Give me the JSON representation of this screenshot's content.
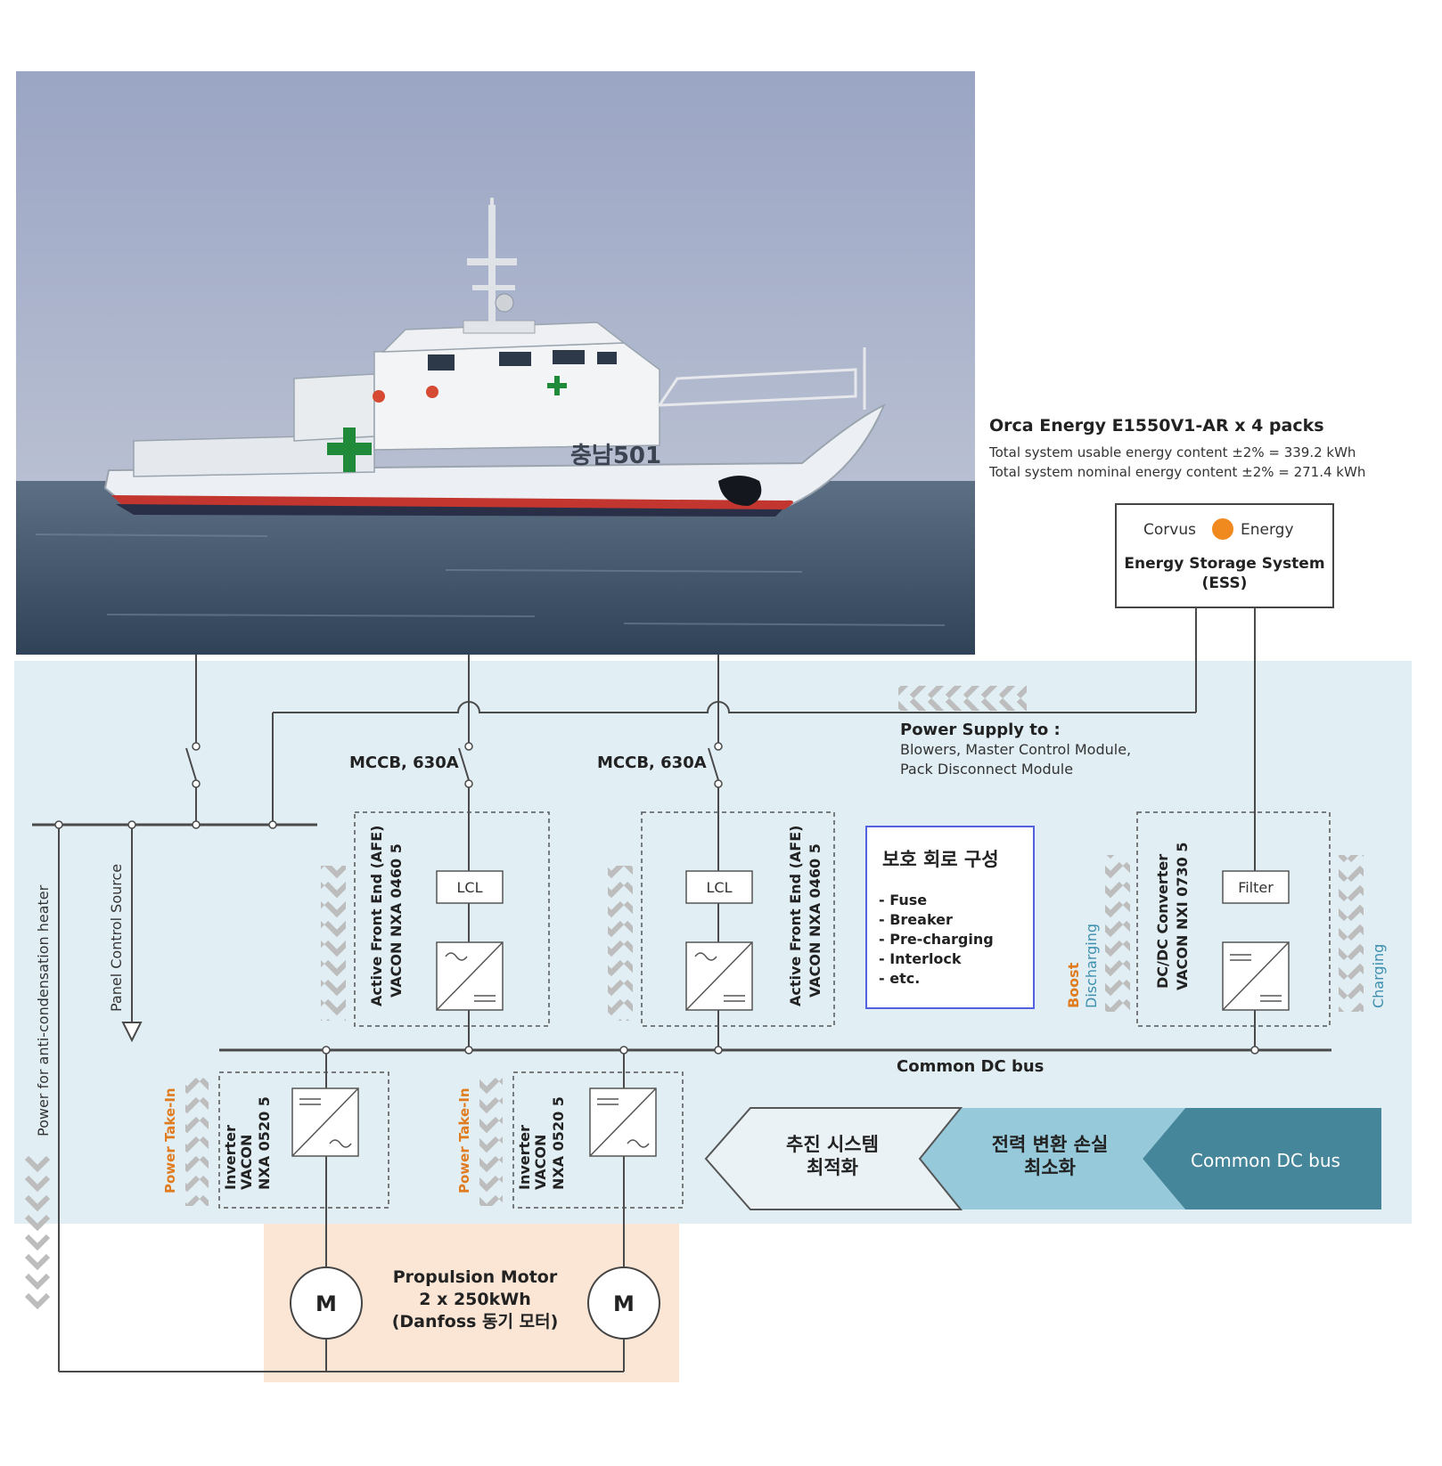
{
  "photo": {
    "hull_number": "충남501"
  },
  "ess": {
    "title": "Orca Energy E1550V1-AR x 4 packs",
    "line1": "Total system usable energy content ±2% = 339.2 kWh",
    "line2": "Total system nominal energy content ±2% = 271.4 kWh",
    "brand_left": "Corvus",
    "brand_right": "Energy",
    "box_line1": "Energy Storage System",
    "box_line2": "(ESS)"
  },
  "power_supply": {
    "title": "Power Supply to :",
    "line1": "Blowers, Master Control Module,",
    "line2": "Pack Disconnect Module"
  },
  "mccb_left": "MCCB, 630A",
  "mccb_right": "MCCB, 630A",
  "afe_left": {
    "line1": "Active Front End (AFE)",
    "line2": "VACON NXA 0460 5",
    "lcl": "LCL"
  },
  "afe_right": {
    "line1": "Active Front End (AFE)",
    "line2": "VACON NXA 0460 5",
    "lcl": "LCL"
  },
  "protection": {
    "title": "보호 회로 구성",
    "items": [
      "- Fuse",
      "- Breaker",
      "- Pre-charging",
      "- Interlock",
      "- etc."
    ]
  },
  "dcdc": {
    "line1": "DC/DC Converter",
    "line2": "VACON NXI 0730 5",
    "filter": "Filter"
  },
  "boost_label": "Boost",
  "discharging_label": "Discharging",
  "charging_label": "Charging",
  "panel_control": "Panel Control Source",
  "anti_condensation": "Power for anti-condensation heater",
  "common_dc_bus_label": "Common DC bus",
  "inverter_left": {
    "line1": "Inverter",
    "line2": "VACON",
    "line3": "NXA 0520 5",
    "pti": "Power Take-In"
  },
  "inverter_right": {
    "line1": "Inverter",
    "line2": "VACON",
    "line3": "NXA 0520 5",
    "pti": "Power Take-In"
  },
  "benefits": {
    "first_line1": "추진 시스템",
    "first_line2": "최적화",
    "second_line1": "전력 변환 손실",
    "second_line2": "최소화",
    "third": "Common DC bus"
  },
  "motor": {
    "symbol": "M",
    "line1": "Propulsion Motor",
    "line2": "2 x 250kWh",
    "line3": "(Danfoss 동기 모터)"
  },
  "colors": {
    "panel_bg": "#e1eef4",
    "motor_bg": "#fbe6d6",
    "orange_accent": "#e07b1e",
    "teal_accent": "#3c8fae",
    "arrow_dark": "#45869b",
    "arrow_mid": "#96c9da",
    "protection_border": "#5360e0",
    "chevron_grey": "#bdbdbd"
  }
}
